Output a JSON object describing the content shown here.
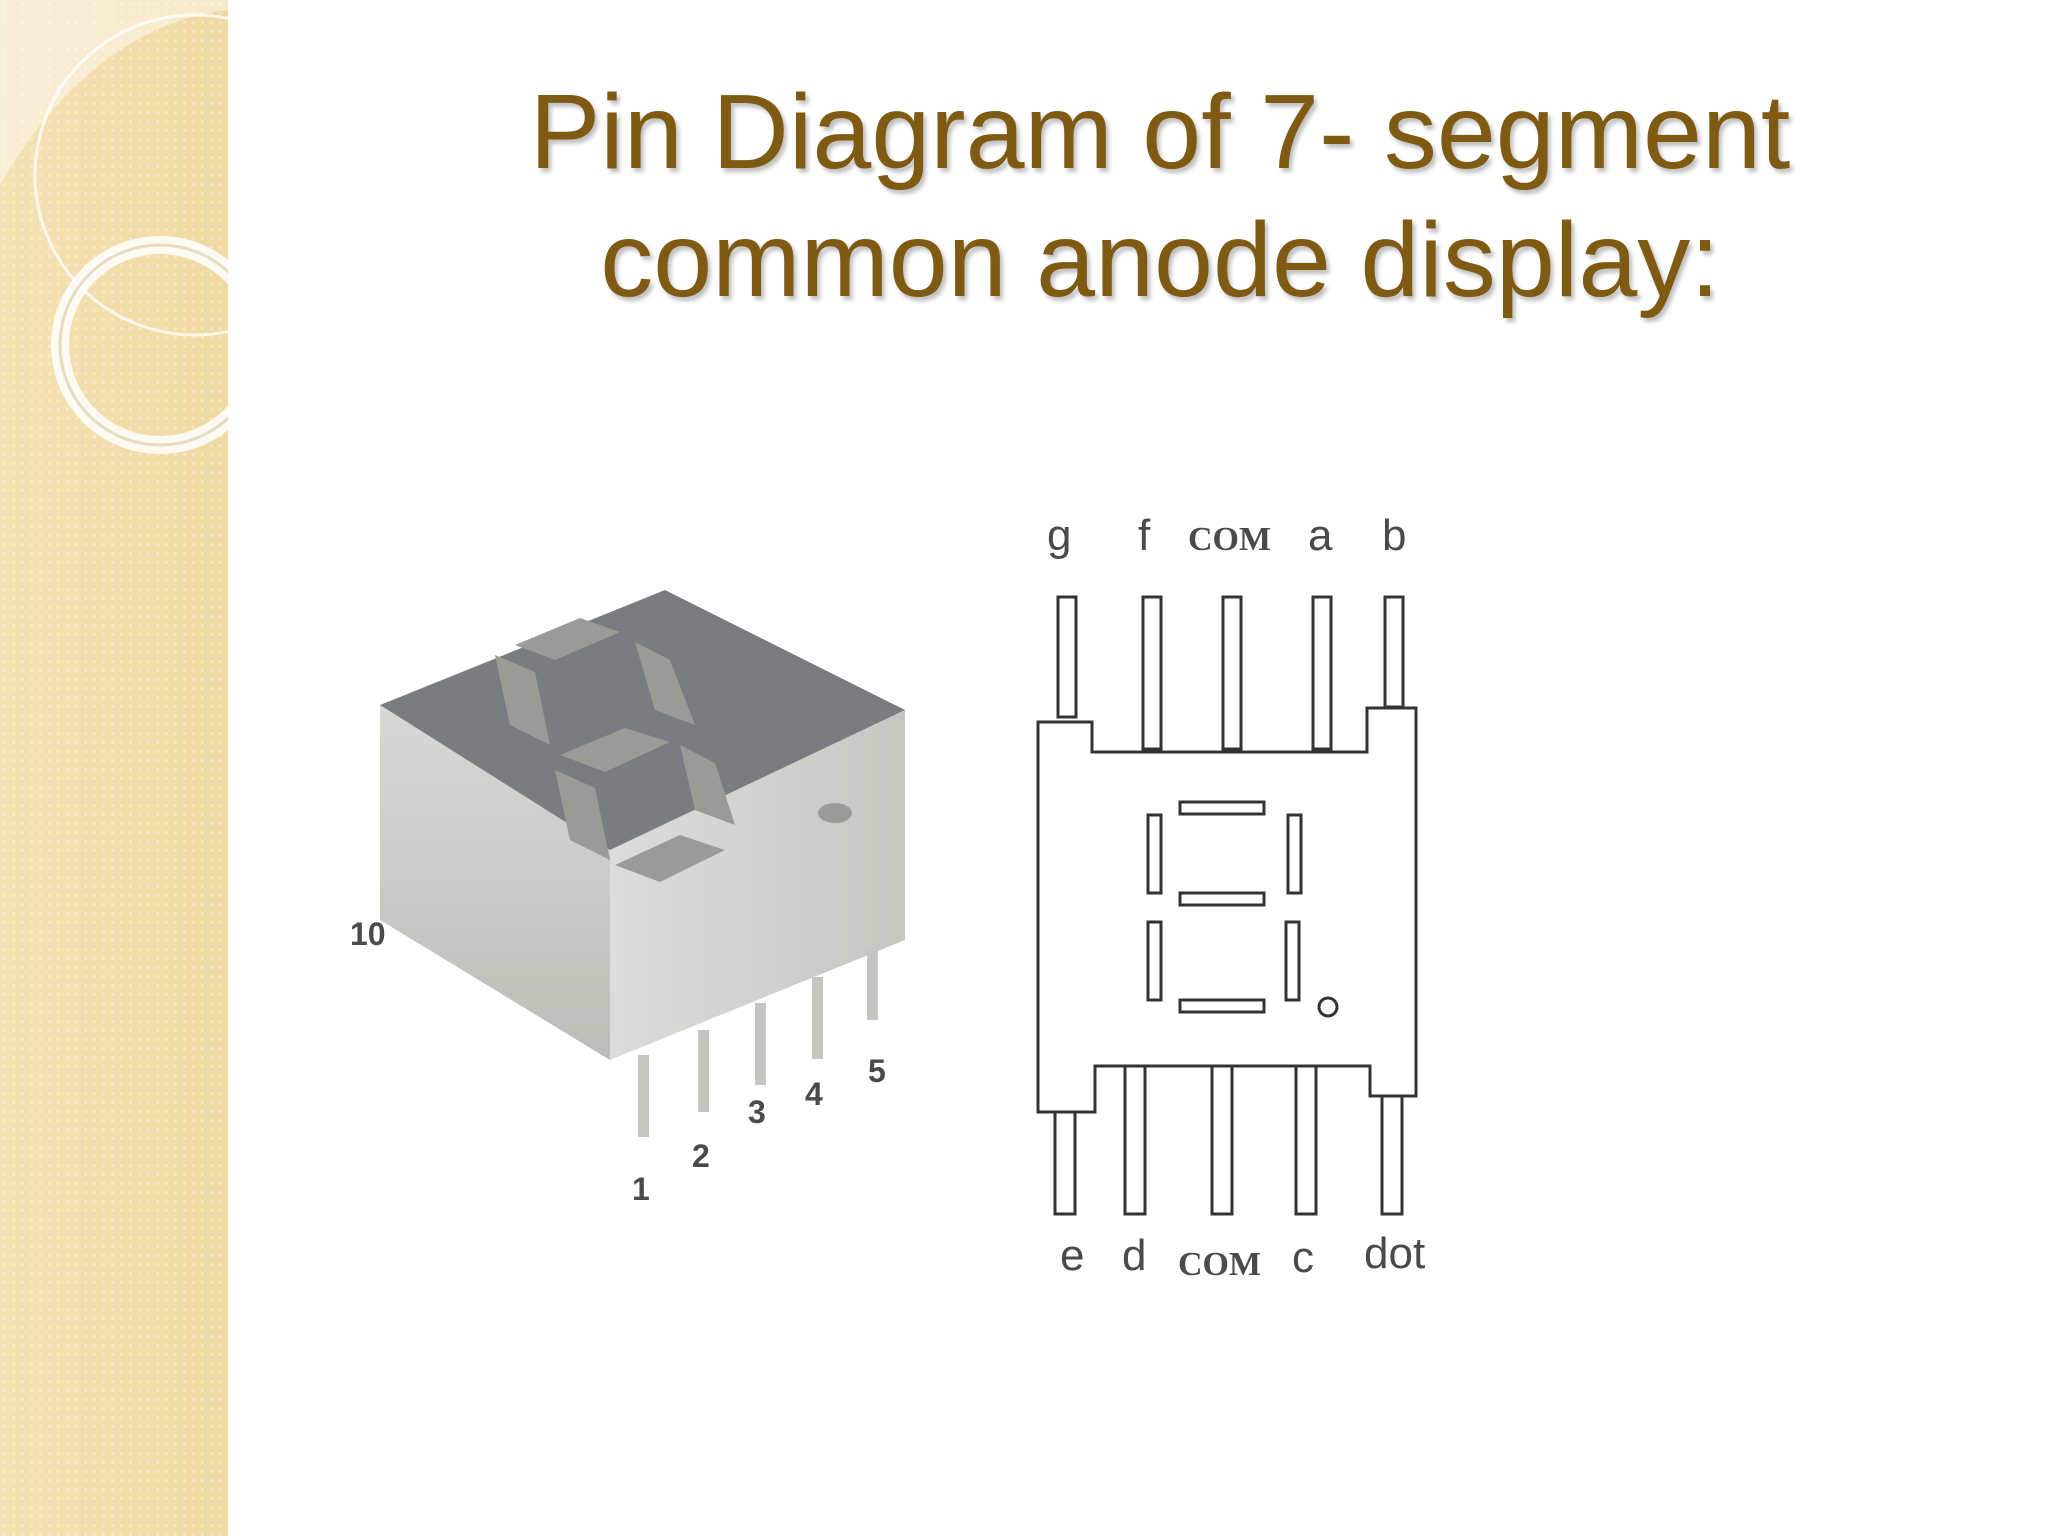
{
  "slide": {
    "title_line1": "Pin Diagram of 7- segment",
    "title_line2": "common anode display:"
  },
  "display_3d": {
    "pin_numbers": [
      "10",
      "1",
      "2",
      "3",
      "4",
      "5"
    ]
  },
  "schematic": {
    "top_pins": [
      "g",
      "f",
      "COM",
      "a",
      "b"
    ],
    "bottom_pins": [
      "e",
      "d",
      "COM",
      "c",
      "dot"
    ]
  },
  "colors": {
    "title": "#7f5a12",
    "sidebar": "#f3dfae",
    "package_face": "#7a7d80",
    "segment": "#9a9a96"
  }
}
